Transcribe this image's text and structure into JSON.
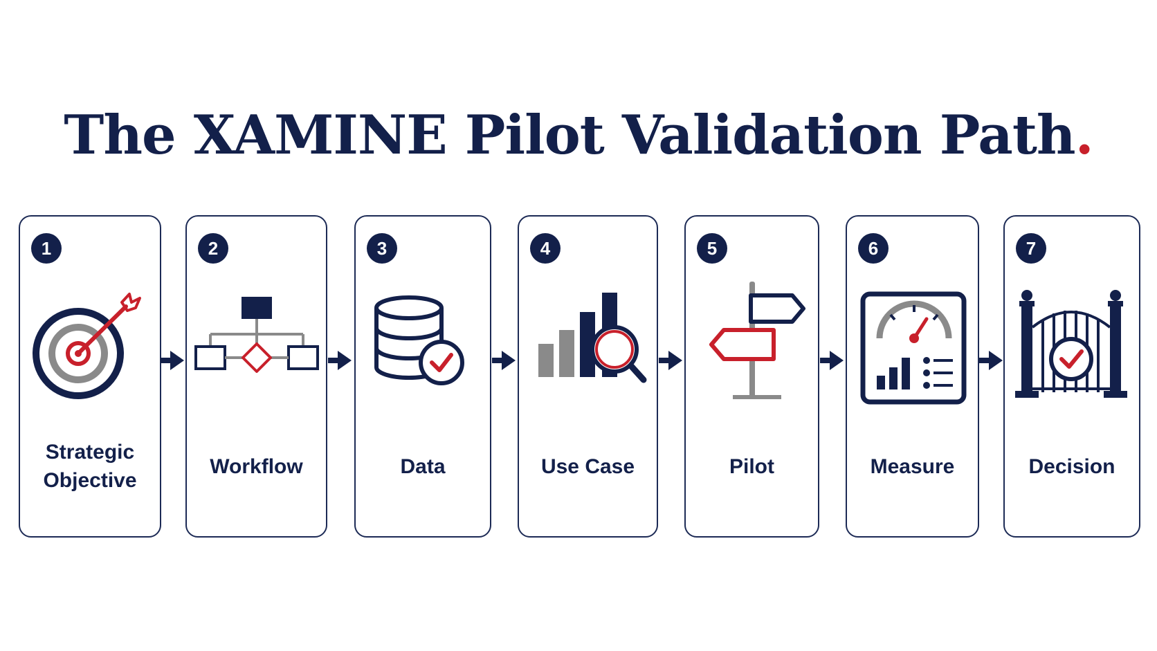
{
  "title": {
    "text": "The XAMINE Pilot Validation Path",
    "dot": "."
  },
  "colors": {
    "navy": "#13204a",
    "red": "#c8202b",
    "gray": "#8a8a8a"
  },
  "steps": [
    {
      "number": "1",
      "label": "Strategic Objective",
      "icon": "target-icon"
    },
    {
      "number": "2",
      "label": "Workflow",
      "icon": "flowchart-icon"
    },
    {
      "number": "3",
      "label": "Data",
      "icon": "database-check-icon"
    },
    {
      "number": "4",
      "label": "Use Case",
      "icon": "bar-chart-magnifier-icon"
    },
    {
      "number": "5",
      "label": "Pilot",
      "icon": "signpost-icon"
    },
    {
      "number": "6",
      "label": "Measure",
      "icon": "dashboard-gauge-icon"
    },
    {
      "number": "7",
      "label": "Decision",
      "icon": "gate-check-icon"
    }
  ]
}
